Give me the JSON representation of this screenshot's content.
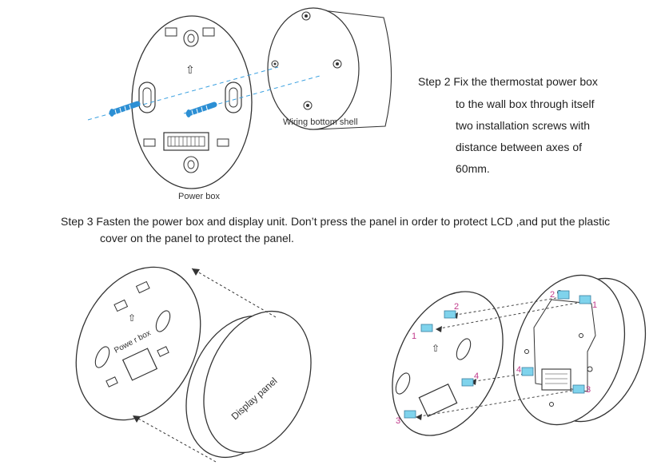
{
  "step2": {
    "lines": [
      "Step 2 Fix the thermostat power box",
      "to the wall box through itself",
      "two installation screws with",
      "distance between axes of",
      "60mm."
    ]
  },
  "step3": {
    "line1": "Step 3  Fasten the power box and display unit. Don’t press the panel in order to protect LCD ,and put the plastic",
    "line2": "cover on the panel to protect the panel."
  },
  "captions": {
    "wiring_bottom_shell": "Wiring bottom shell",
    "power_box": "Power box",
    "power_box_rotated": "Powe r box",
    "display_panel": "Display panel"
  },
  "clip_numbers": [
    "1",
    "2",
    "3",
    "4"
  ],
  "colors": {
    "line": "#333333",
    "dash_blue": "#3aa0e0",
    "screw_blue": "#2c8fd4",
    "clip_cyan": "#7fd3ec",
    "number_magenta": "#c0398a"
  }
}
